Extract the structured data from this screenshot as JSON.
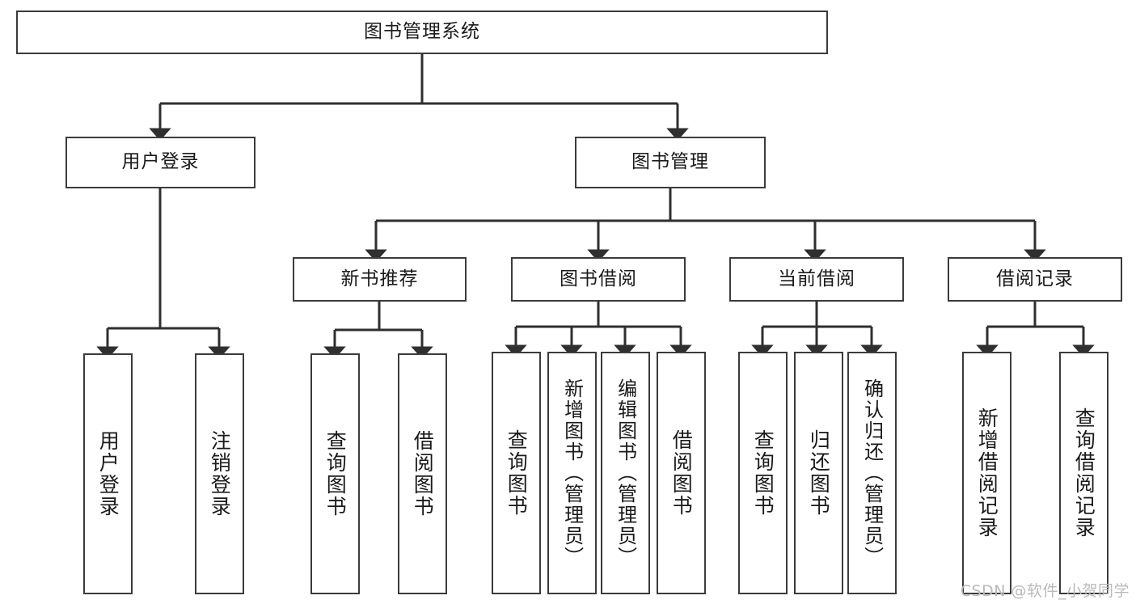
{
  "diagram": {
    "type": "tree-hierarchy",
    "title": "图书管理系统",
    "colors": {
      "box_border": "#3b3b3b",
      "box_fill": "#ffffff",
      "edge": "#2f2f2f",
      "text": "#1a1a1a",
      "watermark": "#b9b9b9"
    },
    "root": {
      "label": "图书管理系统"
    },
    "level2": [
      {
        "label": "用户登录"
      },
      {
        "label": "图书管理"
      }
    ],
    "level3": [
      {
        "label": "新书推荐"
      },
      {
        "label": "图书借阅"
      },
      {
        "label": "当前借阅"
      },
      {
        "label": "借阅记录"
      }
    ],
    "leaves": {
      "user_login": [
        {
          "label": "用户登录"
        },
        {
          "label": "注销登录"
        }
      ],
      "new_book_recommend": [
        {
          "label": "查询图书"
        },
        {
          "label": "借阅图书"
        }
      ],
      "book_borrow": [
        {
          "label": "查询图书"
        },
        {
          "label": "新增图书（管理员）"
        },
        {
          "label": "编辑图书（管理员）"
        },
        {
          "label": "借阅图书"
        }
      ],
      "current_borrow": [
        {
          "label": "查询图书"
        },
        {
          "label": "归还图书"
        },
        {
          "label": "确认归还（管理员）"
        }
      ],
      "borrow_record": [
        {
          "label": "新增借阅记录"
        },
        {
          "label": "查询借阅记录"
        }
      ]
    }
  },
  "watermark": {
    "text": "CSDN @软件_小贺同学"
  }
}
